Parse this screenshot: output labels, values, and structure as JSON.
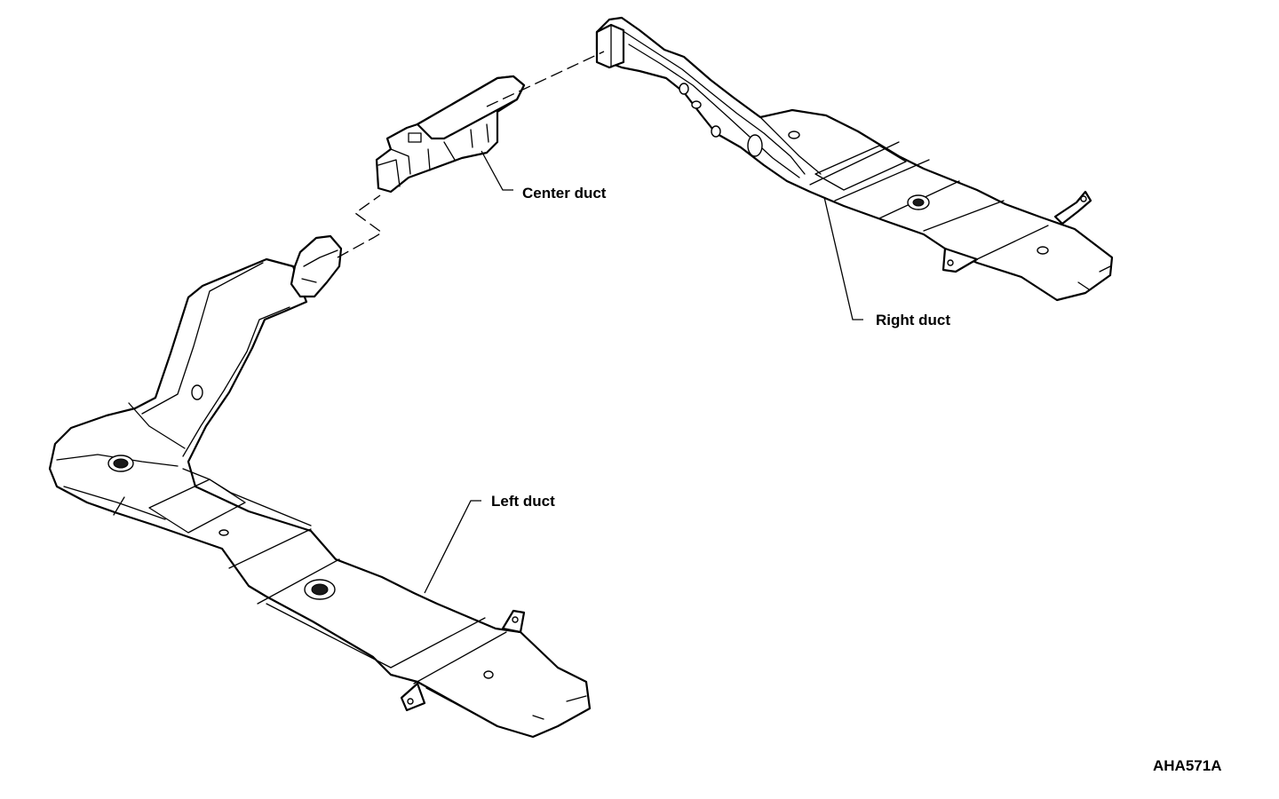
{
  "labels": {
    "center_duct": "Center duct",
    "right_duct": "Right duct",
    "left_duct": "Left duct"
  },
  "figure_id": "AHA571A",
  "colors": {
    "line": "#000000",
    "background": "#ffffff"
  }
}
